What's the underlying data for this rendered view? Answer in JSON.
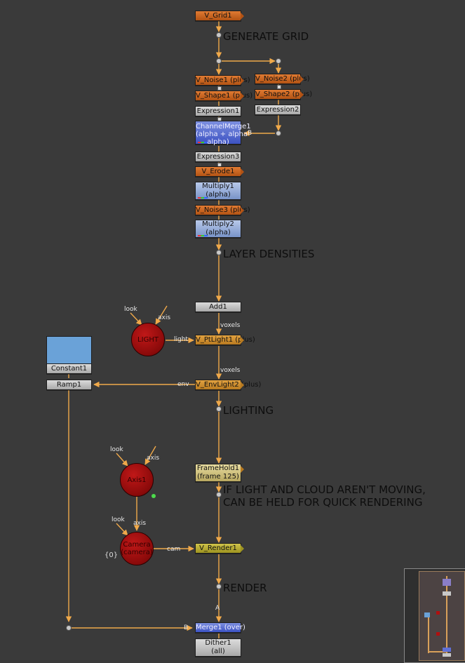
{
  "nodes": {
    "v_grid1": "V_Grid1",
    "v_noise1": "V_Noise1 (plus)",
    "v_noise2": "V_Noise2 (plus)",
    "v_shape1": "V_Shape1 (plus)",
    "v_shape2": "V_Shape2 (plus)",
    "expression1": "Expression1",
    "expression2": "Expression2",
    "channelmerge1": [
      "ChannelMerge1",
      "(alpha + alpha",
      "alpha)"
    ],
    "expression3": "Expression3",
    "v_erode1": "V_Erode1",
    "multiply1": [
      "Multiply1",
      "(alpha)"
    ],
    "v_noise3": "V_Noise3 (plus)",
    "multiply2": [
      "Multiply2",
      "(alpha)"
    ],
    "add1": "Add1",
    "light": "LIGHT",
    "v_ptlight1": "V_PtLight1 (plus)",
    "constant1": "Constant1",
    "ramp1": "Ramp1",
    "v_envlight2": "V_EnvLight2 (plus)",
    "framehold1": [
      "FrameHold1",
      "(frame 125)"
    ],
    "axis1": "Axis1",
    "camera": [
      "Camera",
      "(camera)"
    ],
    "v_render1": "V_Render1",
    "merge1": "Merge1 (over)",
    "dither1": [
      "Dither1",
      "(all)"
    ]
  },
  "stickies": {
    "generate_grid": "GENERATE GRID",
    "layer_densities": "LAYER DENSITIES",
    "lighting": "LIGHTING",
    "hold_note_1": "IF LIGHT AND CLOUD AREN'T MOVING,",
    "hold_note_2": "CAN BE HELD FOR QUICK RENDERING",
    "render": "RENDER"
  },
  "pipe_labels": {
    "b_channelmerge": "B",
    "look1": "look",
    "axis_in1": "axis",
    "light_in": "light",
    "voxels1": "voxels",
    "voxels2": "voxels",
    "env_in": "env",
    "look2": "look",
    "axis_in2": "axis",
    "look3": "look",
    "axis_in3": "axis",
    "cam_in": "cam",
    "camera_frame": "{0}",
    "a_merge": "A",
    "b_merge": "B"
  },
  "colors": {
    "background": "#3a3a3a",
    "wire": "#f0a94a",
    "gizmo": "#c8651f",
    "sphere": "#a80f0f"
  }
}
